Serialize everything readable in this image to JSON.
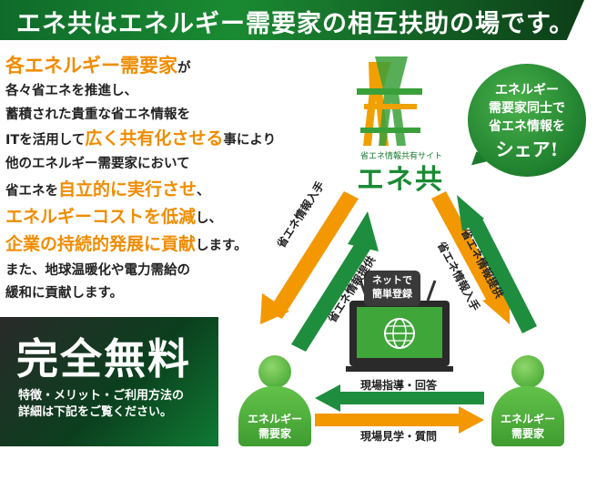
{
  "banner": {
    "text": "エネ共はエネルギー需要家の相互扶助の場です。"
  },
  "description": {
    "line1_hl": "各エネルギー需要家",
    "line1_rest": "が",
    "line2": "各々省エネを推進し、",
    "line3": "蓄積された貴重な省エネ情報を",
    "line4_a": "ITを活用して",
    "line4_hl": "広く共有化させる",
    "line4_b": "事により",
    "line5": "他のエネルギー需要家において",
    "line6_a": "省エネを",
    "line6_hl": "自立的に実行させ",
    "line6_b": "、",
    "line7_hl": "エネルギーコストを低減",
    "line7_b": "し、",
    "line8_hl": "企業の持続的発展に貢献",
    "line8_b": "します。",
    "line9": "また、地球温暖化や電力需給の",
    "line10": "緩和に貢献します。"
  },
  "free": {
    "title": "完全無料",
    "note_line1": "特徴・メリット・ご利用方法の",
    "note_line2": "詳細は下記をご覧ください。"
  },
  "bubble": {
    "line1": "エネルギー",
    "line2": "需要家同士で",
    "line3": "省エネ情報を",
    "line4": "シェア!"
  },
  "site": {
    "subtitle": "省エネ情報共有サイト",
    "name": "エネ共"
  },
  "diagram": {
    "left_outer": "省エネ情報入手",
    "left_inner": "省エネ情報提供",
    "right_outer": "省エネ情報提供",
    "right_inner": "省エネ情報入手",
    "bottom_top": "現場指導・回答",
    "bottom_bottom": "現場見学・質問",
    "net_line1": "ネットで",
    "net_line2": "簡単登録",
    "node_left_line1": "エネルギー",
    "node_left_line2": "需要家",
    "node_right_line1": "エネルギー",
    "node_right_line2": "需要家"
  },
  "colors": {
    "green": "#1a8a32",
    "orange": "#f08c00",
    "dark": "#222222"
  }
}
